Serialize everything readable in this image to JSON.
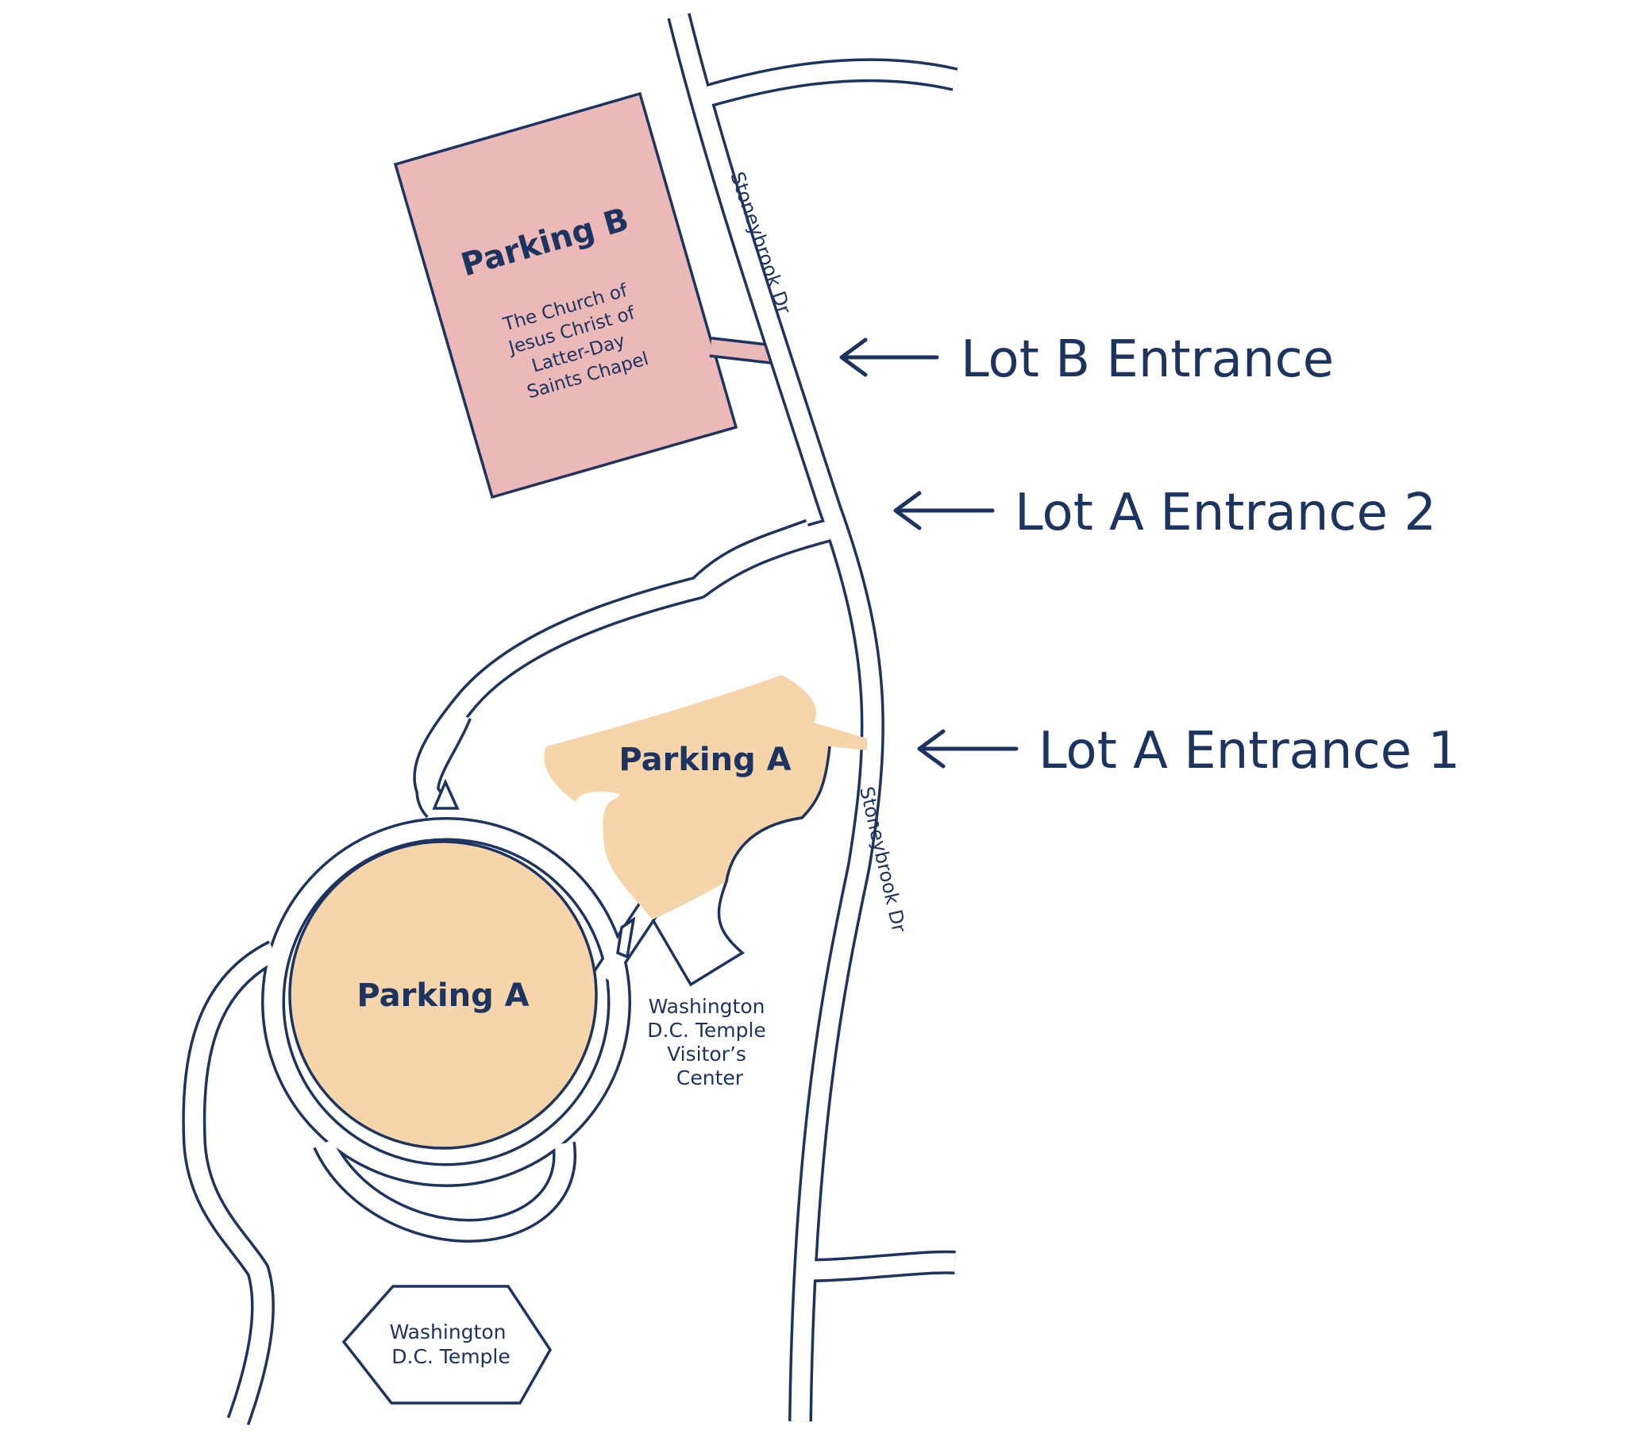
{
  "parking_b": {
    "name": "Parking B",
    "building_lines": [
      "The Church of",
      "Jesus Christ of",
      "Latter-Day",
      "Saints Chapel"
    ]
  },
  "parking_a_upper": {
    "name": "Parking A"
  },
  "parking_a_circle": {
    "name": "Parking A"
  },
  "street_name_upper": "Stoneybrook Dr",
  "street_name_lower": "Stoneybrook Dr",
  "visitor_center_lines": [
    "Washington",
    "D.C. Temple",
    "Visitor’s",
    "Center"
  ],
  "temple_lines": [
    "Washington",
    "D.C. Temple"
  ],
  "entrances": {
    "lot_b": "Lot B Entrance",
    "lot_a_2": "Lot A Entrance 2",
    "lot_a_1": "Lot A Entrance 1"
  },
  "colors": {
    "outline": "#1d3461",
    "parking_a": "#f6d5aa",
    "parking_b": "#ecb9b9"
  }
}
